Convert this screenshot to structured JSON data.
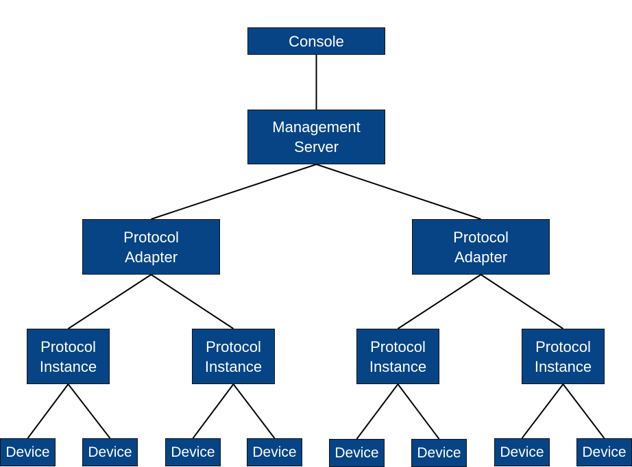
{
  "colors": {
    "node_fill": "#064485",
    "node_border": "#111111",
    "node_text": "#ffffff",
    "edge": "#000000"
  },
  "nodes": {
    "console": "Console",
    "management_server": "Management\nServer",
    "adapter_left": "Protocol\nAdapter",
    "adapter_right": "Protocol\nAdapter",
    "instance_1": "Protocol\nInstance",
    "instance_2": "Protocol\nInstance",
    "instance_3": "Protocol\nInstance",
    "instance_4": "Protocol\nInstance",
    "device_1": "Device",
    "device_2": "Device",
    "device_3": "Device",
    "device_4": "Device",
    "device_5": "Device",
    "device_6": "Device",
    "device_7": "Device",
    "device_8": "Device"
  },
  "edges": [
    {
      "from": "console",
      "to": "management_server"
    },
    {
      "from": "management_server",
      "to": "adapter_left"
    },
    {
      "from": "management_server",
      "to": "adapter_right"
    },
    {
      "from": "adapter_left",
      "to": "instance_1"
    },
    {
      "from": "adapter_left",
      "to": "instance_2"
    },
    {
      "from": "adapter_right",
      "to": "instance_3"
    },
    {
      "from": "adapter_right",
      "to": "instance_4"
    },
    {
      "from": "instance_1",
      "to": "device_1"
    },
    {
      "from": "instance_1",
      "to": "device_2"
    },
    {
      "from": "instance_2",
      "to": "device_3"
    },
    {
      "from": "instance_2",
      "to": "device_4"
    },
    {
      "from": "instance_3",
      "to": "device_5"
    },
    {
      "from": "instance_3",
      "to": "device_6"
    },
    {
      "from": "instance_4",
      "to": "device_7"
    },
    {
      "from": "instance_4",
      "to": "device_8"
    }
  ]
}
